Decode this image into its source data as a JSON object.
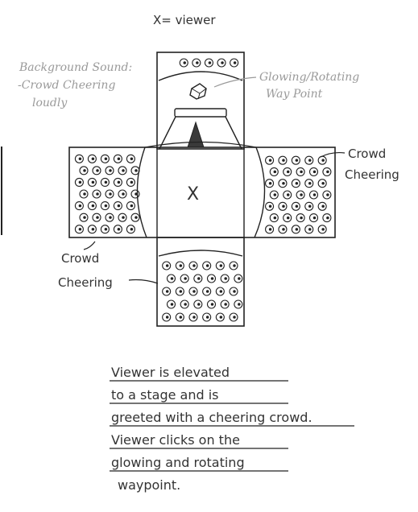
{
  "title": "X= viewer",
  "labels": {
    "background_sound": [
      "Background Sound:",
      "-Crowd Cheering",
      "loudly"
    ],
    "waypoint": [
      "Glowing/Rotating",
      "Way Point"
    ],
    "crowd_right": [
      "Crowd",
      "Cheering"
    ],
    "crowd_bottom": [
      "Crowd",
      "Cheering"
    ],
    "viewer_mark": "X"
  },
  "description": [
    "Viewer is elevated",
    "to a stage and is",
    "greeted with a cheering crowd.",
    "Viewer clicks on the",
    "glowing and rotating",
    "waypoint."
  ],
  "colors": {
    "ink": "#222222",
    "pencil": "#9a9a9a",
    "arrow": "#3a3a3a"
  }
}
